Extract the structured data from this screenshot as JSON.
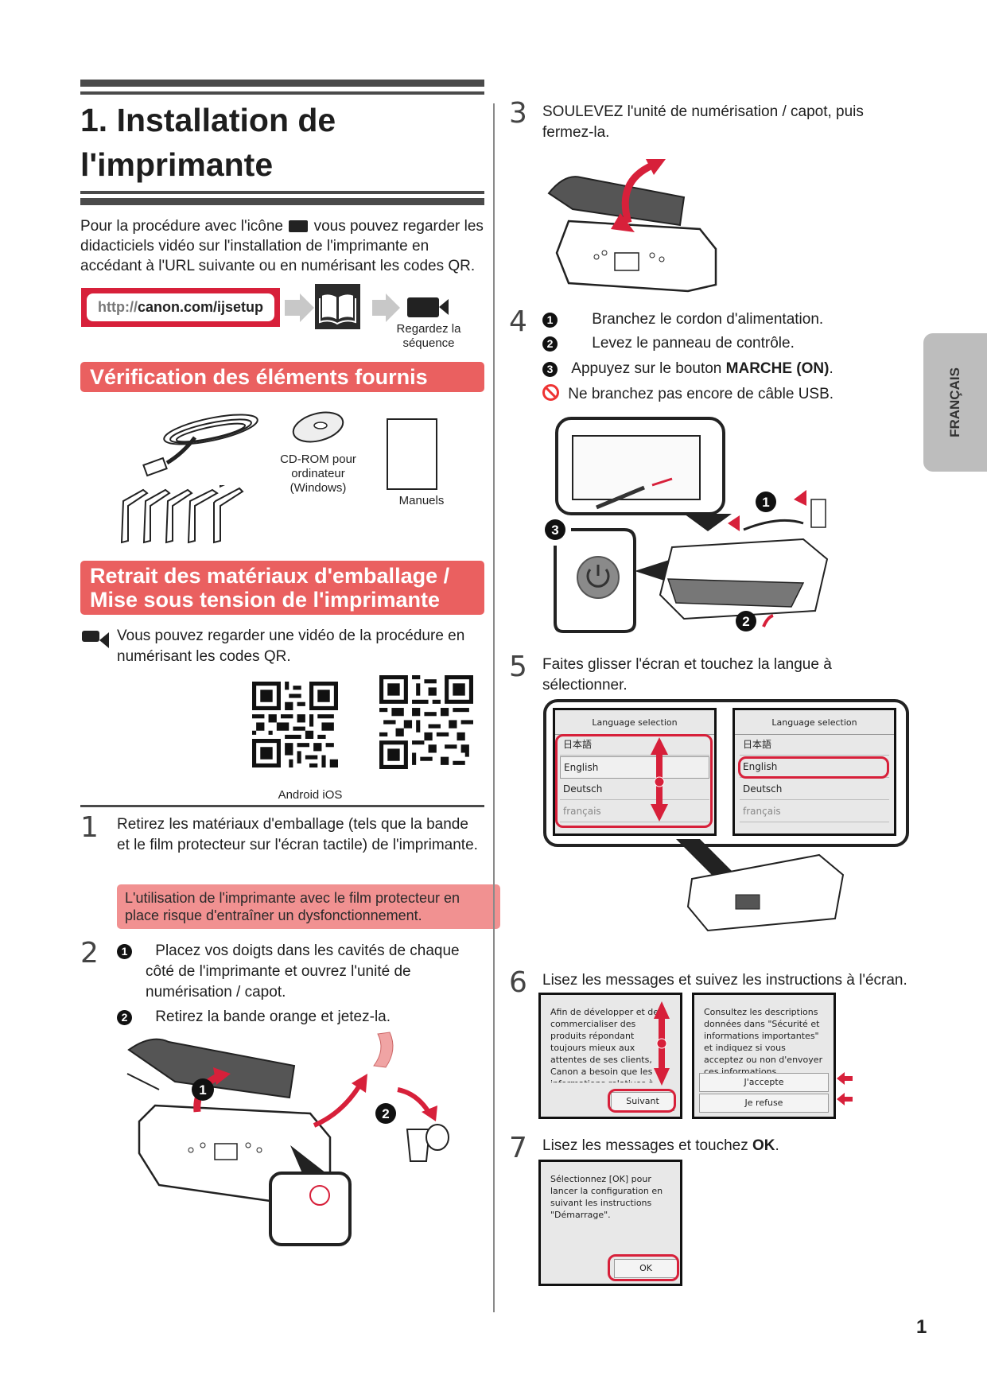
{
  "page": {
    "title_line1": "1. Installation de",
    "title_line2": "l'imprimante",
    "intro_part1": "Pour la procédure avec l'icône",
    "intro_part2": "vous pouvez regarder les didacticiels vidéo sur l'installation de l'imprimante en accédant à l'URL suivante ou en numérisant les codes QR.",
    "url_proto": "http://",
    "url_rest": "canon.com/ijsetup",
    "watch_label_line1": "Regardez la",
    "watch_label_line2": "séquence",
    "side_tab": "FRANÇAIS",
    "page_number": "1"
  },
  "contents": {
    "banner": "Vérification des éléments fournis",
    "cdrom_line1": "CD-ROM pour",
    "cdrom_line2": "ordinateur",
    "cdrom_line3": "(Windows)",
    "manuals": "Manuels",
    "items": [
      "power-cord",
      "ink-cartridges",
      "cd-rom",
      "manuals"
    ]
  },
  "packing": {
    "banner_line1": "Retrait des matériaux d'emballage /",
    "banner_line2": "Mise sous tension de l'imprimante",
    "video_note_line1": "Vous pouvez regarder une vidéo de la procédure en",
    "video_note_line2": "numérisant les codes QR.",
    "qr_label": "Android iOS"
  },
  "steps": {
    "s1": {
      "num": "1",
      "text": "Retirez les matériaux d'emballage (tels que la bande et le film protecteur sur l'écran tactile) de l'imprimante.",
      "warning": "L'utilisation de l'imprimante avec le film protecteur en place risque d'entraîner un dysfonctionnement."
    },
    "s2": {
      "num": "2",
      "b1": "1",
      "t1_line1": "Placez vos doigts dans les cavités de chaque",
      "t1_rest": "côté de l'imprimante et ouvrez l'unité de numérisation / capot.",
      "b2": "2",
      "t2": "Retirez la bande orange et jetez-la."
    },
    "s3": {
      "num": "3",
      "text": "SOULEVEZ l'unité de numérisation / capot, puis fermez-la."
    },
    "s4": {
      "num": "4",
      "b1": "1",
      "t1": "Branchez le cordon d'alimentation.",
      "b2": "2",
      "t2": "Levez le panneau de contrôle.",
      "b3": "3",
      "t3_pre": "Appuyez sur le bouton ",
      "t3_bold": "MARCHE (ON)",
      "t3_post": ".",
      "no_text": "Ne branchez pas encore de câble USB."
    },
    "s5": {
      "num": "5",
      "text": "Faites glisser l'écran et touchez la langue à sélectionner.",
      "screen_title": "Language selection",
      "languages": [
        "日本語",
        "English",
        "Deutsch",
        "français"
      ]
    },
    "s6": {
      "num": "6",
      "text": "Lisez les messages et suivez les instructions à l'écran.",
      "screen1_text": "Afin de développer et de commercialiser des produits répondant toujours mieux aux attentes de ses clients, Canon a besoin que les informations relatives à votre produit Can",
      "screen1_button": "Suivant",
      "screen2_text": "Consultez les descriptions données dans \"Sécurité et informations importantes\" et indiquez si vous acceptez ou non d'envoyer ces informations.",
      "screen2_accept": "J'accepte",
      "screen2_refuse": "Je refuse"
    },
    "s7": {
      "num": "7",
      "text_pre": "Lisez les messages et touchez ",
      "text_bold": "OK",
      "text_post": ".",
      "screen_text": "Sélectionnez [OK] pour lancer la configuration en suivant les instructions \"Démarrage\".",
      "screen_button": "OK"
    }
  },
  "colors": {
    "banner_red": "#ea6060",
    "accent_red": "#d7203a",
    "warning_pink": "#f19191",
    "rule_grey": "#4a4a4a",
    "tab_grey": "#bdbdbd"
  }
}
